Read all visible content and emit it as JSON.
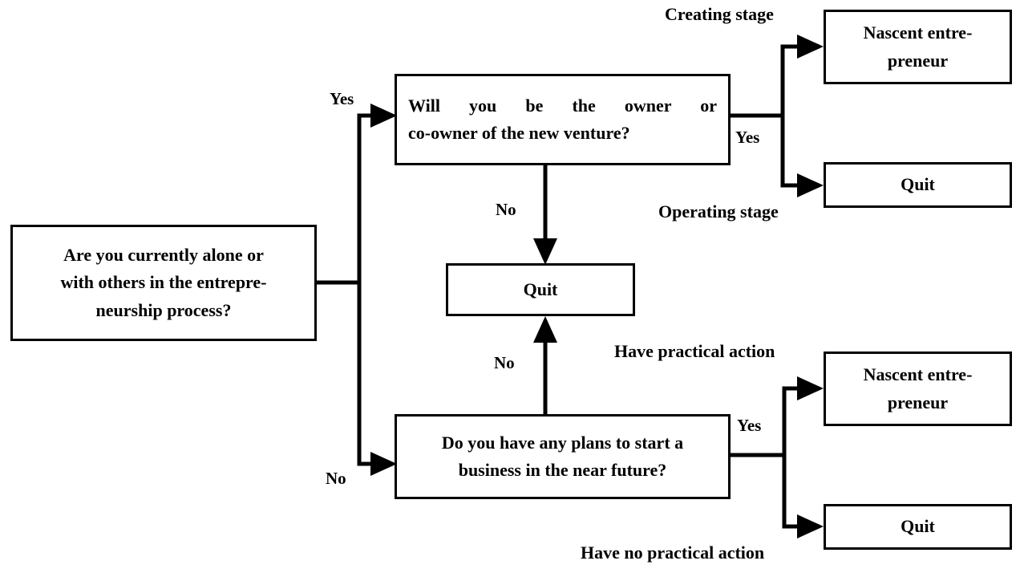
{
  "diagram": {
    "title": "Entrepreneurship process decision flowchart",
    "background_color": "#ffffff",
    "line_color": "#000000",
    "nodes": {
      "start_question": {
        "line1": "Are you currently alone or",
        "line2": "with others in the entrepre-",
        "line3": "neurship process?"
      },
      "owner_question": {
        "line1": "Will you be the owner or",
        "line2": "co-owner of the new venture?"
      },
      "plans_question": {
        "line1": "Do you have any plans to start a",
        "line2": "business in the near future?"
      },
      "center_quit": {
        "label": "Quit"
      },
      "top_nascent": {
        "line1": "Nascent entre-",
        "line2": "preneur"
      },
      "top_quit": {
        "label": "Quit"
      },
      "bottom_nascent": {
        "line1": "Nascent entre-",
        "line2": "preneur"
      },
      "bottom_quit": {
        "label": "Quit"
      }
    },
    "edge_labels": {
      "start_yes": "Yes",
      "start_no": "No",
      "owner_no": "No",
      "owner_yes": "Yes",
      "plans_yes": "Yes",
      "plans_no": "No"
    },
    "stage_labels": {
      "creating_stage": "Creating stage",
      "operating_stage": "Operating stage",
      "have_practical_action": "Have practical action",
      "have_no_practical_action": "Have no practical action"
    }
  }
}
